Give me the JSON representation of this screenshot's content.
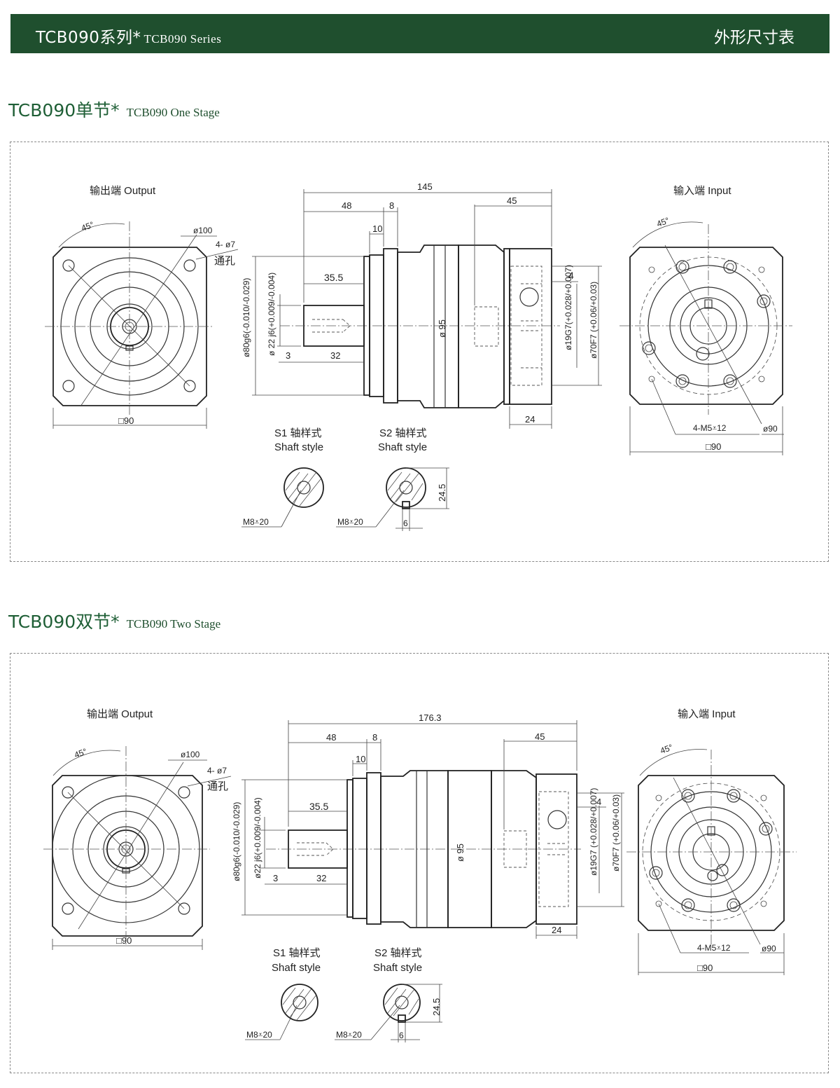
{
  "header": {
    "series_cn": "TCB090系列*",
    "series_en": "TCB090 Series",
    "right_title": "外形尺寸表"
  },
  "stage1": {
    "title_cn": "TCB090单节*",
    "title_en": "TCB090 One Stage",
    "output_label": "输出端  Output",
    "input_label": "输入端  Input",
    "output_view": {
      "angle": "45°",
      "pcd": "ø100",
      "holes": "4- ø7",
      "through": "通孔",
      "square": "□90"
    },
    "side": {
      "len_total": "145",
      "len_48": "48",
      "len_8": "8",
      "len_10": "10",
      "len_45": "45",
      "len_35_5": "35.5",
      "len_3": "3",
      "len_32": "32",
      "len_4": "4",
      "len_24": "24",
      "d95": "ø 95",
      "d80": "ø80g6(-0.010/-0.029)",
      "d22": "ø 22 j6(+0.009/-0.004)",
      "d19": "ø19G7(+0.028/+0.007)",
      "d70": "ø70F7 (+0.06/+0.03)"
    },
    "input_view": {
      "angle": "45°",
      "holes": "4-M5⩡12",
      "pcd": "ø90",
      "square": "□90"
    },
    "shafts": {
      "s1_cn": "S1 轴样式",
      "s1_en": "Shaft style",
      "s2_cn": "S2 轴样式",
      "s2_en": "Shaft style",
      "tap": "M8⩡20",
      "key_h": "24.5",
      "key_w": "6"
    }
  },
  "stage2": {
    "title_cn": "TCB090双节*",
    "title_en": "TCB090 Two Stage",
    "output_label": "输出端  Output",
    "input_label": "输入端  Input",
    "output_view": {
      "angle": "45°",
      "pcd": "ø100",
      "holes": "4- ø7",
      "through": "通孔",
      "square": "□90"
    },
    "side": {
      "len_total": "176.3",
      "len_48": "48",
      "len_8": "8",
      "len_10": "10",
      "len_45": "45",
      "len_35_5": "35.5",
      "len_3": "3",
      "len_32": "32",
      "len_4": "4",
      "len_24": "24",
      "d95": "ø 95",
      "d80": "ø80g6(-0.010/-0.029)",
      "d22": "ø22 j6(+0.009/-0.004)",
      "d19": "ø19G7 (+0.028/+0.007)",
      "d70": "ø70F7 (+0.06/+0.03)"
    },
    "input_view": {
      "angle": "45°",
      "holes": "4-M5⩡12",
      "pcd": "ø90",
      "square": "□90"
    },
    "shafts": {
      "s1_cn": "S1 轴样式",
      "s1_en": "Shaft style",
      "s2_cn": "S2 轴样式",
      "s2_en": "Shaft style",
      "tap": "M8⩡20",
      "key_h": "24.5",
      "key_w": "6"
    }
  },
  "colors": {
    "banner": "#1f4f2e",
    "title_green": "#1f5f36"
  }
}
